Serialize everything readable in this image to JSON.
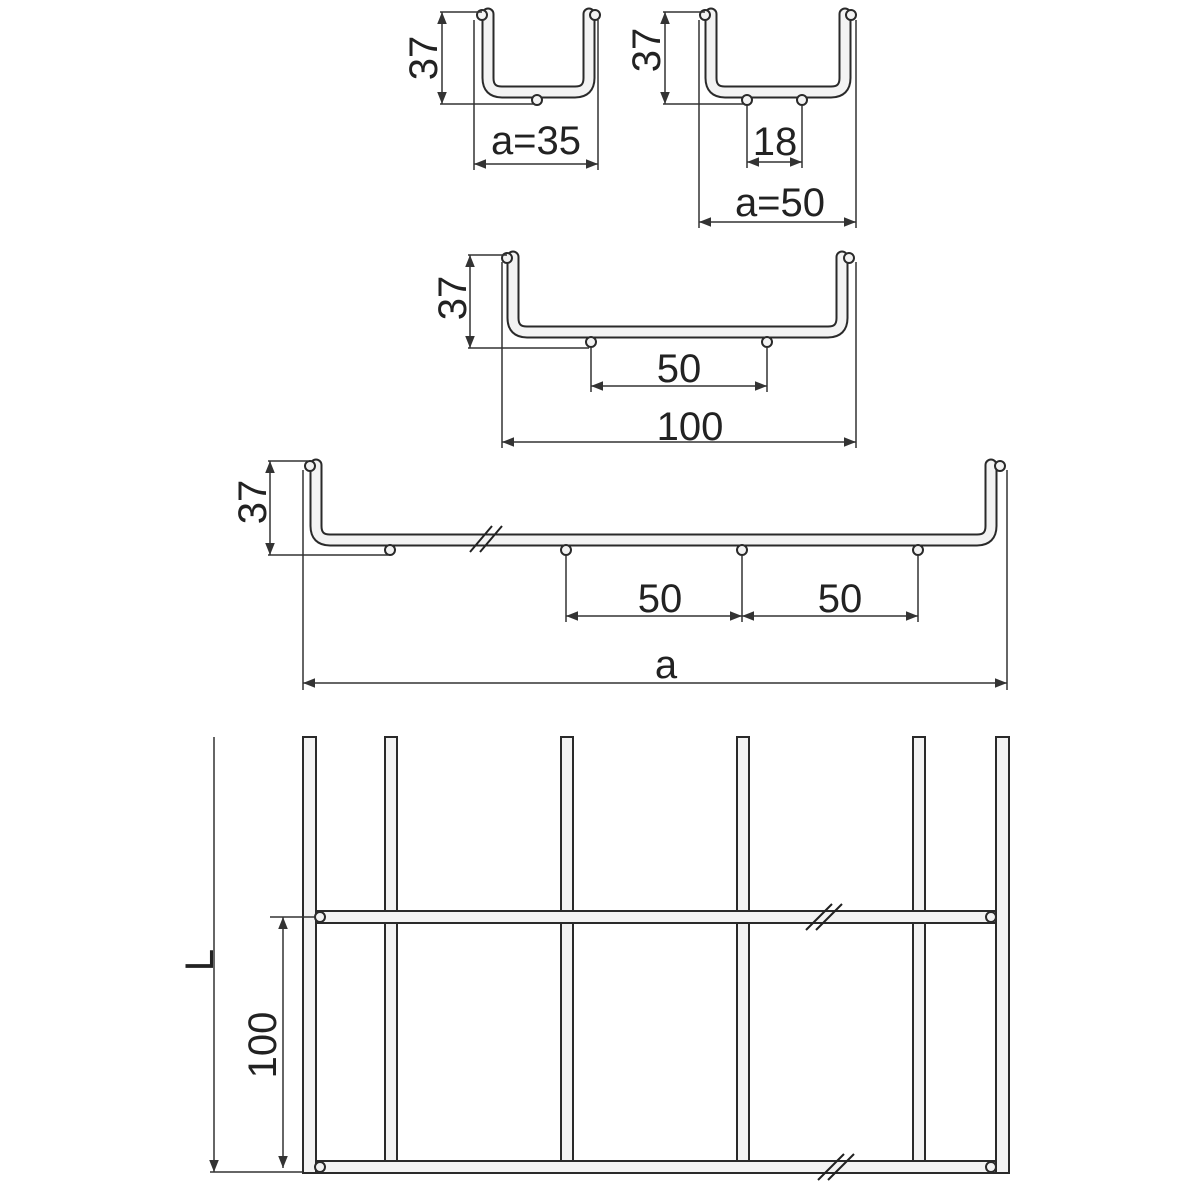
{
  "profile_35": {
    "height": "37",
    "width": "a=35"
  },
  "profile_50": {
    "height": "37",
    "spacing": "18",
    "width": "a=50"
  },
  "profile_100": {
    "height": "37",
    "spacing": "50",
    "width": "100"
  },
  "profile_a": {
    "height": "37",
    "spacing_1": "50",
    "spacing_2": "50",
    "width": "a"
  },
  "plan": {
    "length": "L",
    "spacing": "100"
  }
}
